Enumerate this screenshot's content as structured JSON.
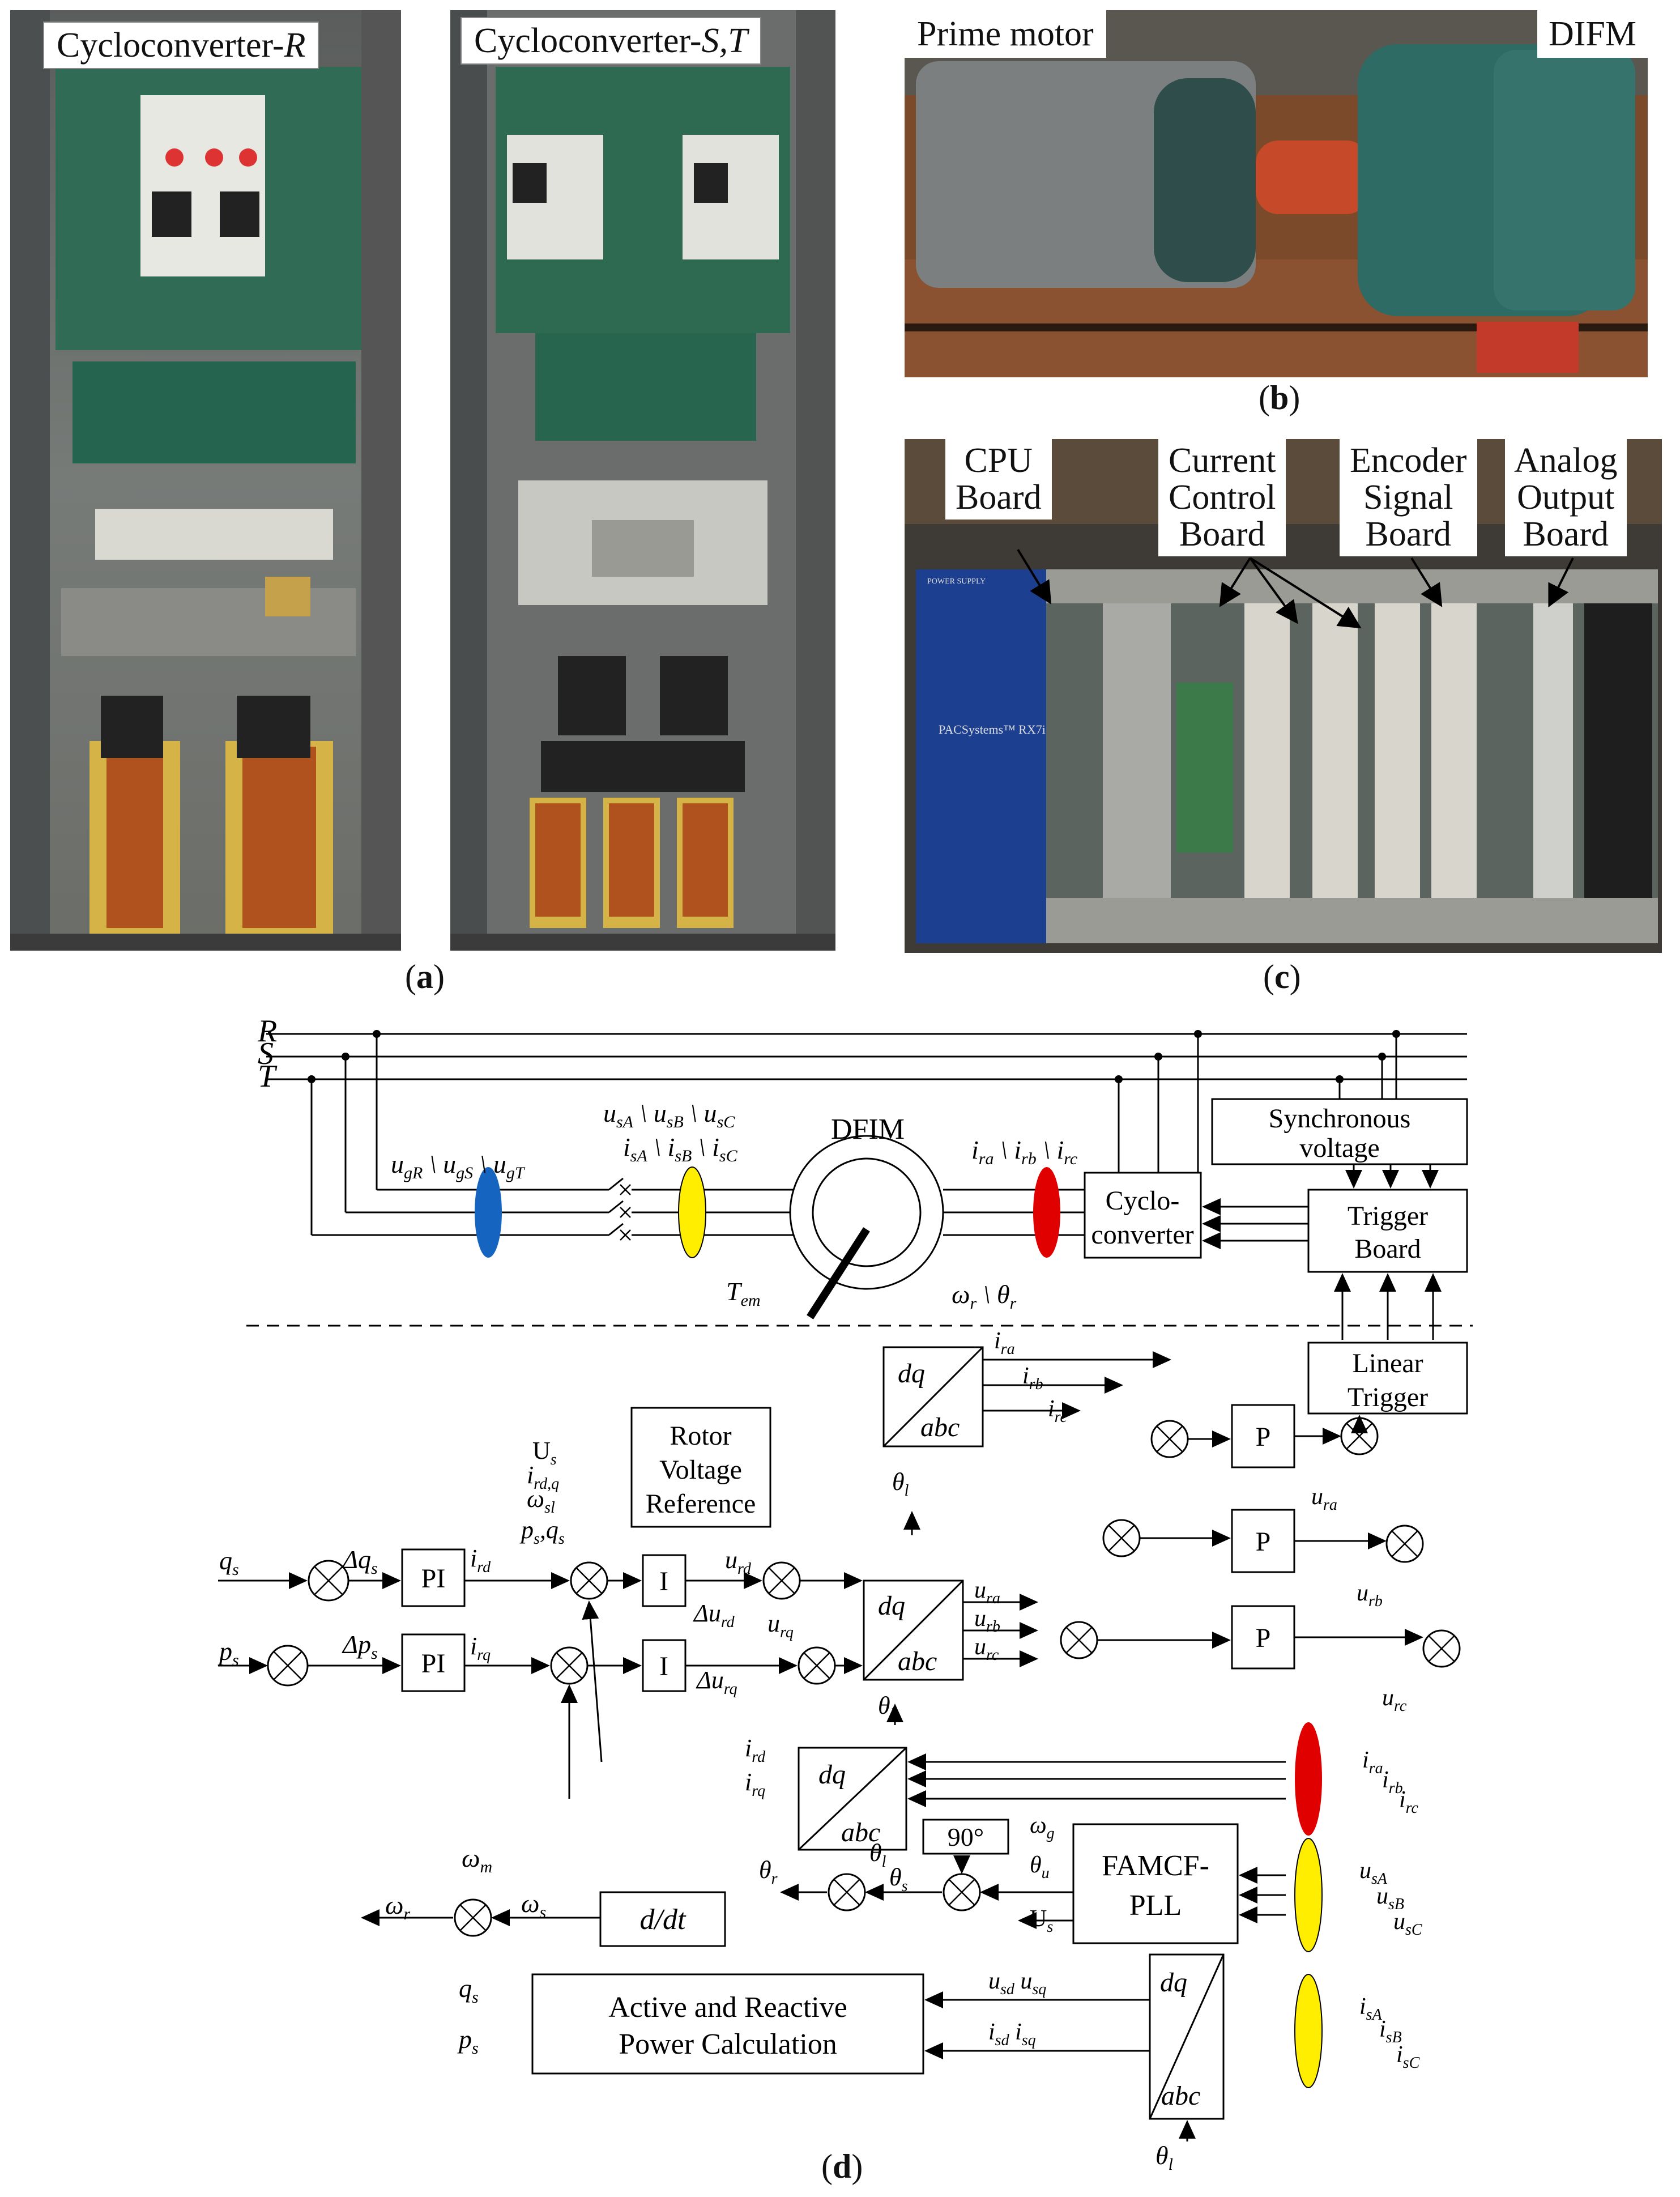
{
  "photos": {
    "a_left_label": "Cycloconverter-",
    "a_left_italic": "R",
    "a_right_label": "Cycloconverter-",
    "a_right_italic": "S,T",
    "b_prime": "Prime motor",
    "b_difm": "DIFM",
    "c_cpu": [
      "CPU",
      "Board"
    ],
    "c_current": [
      "Current",
      "Control",
      "Board"
    ],
    "c_encoder": [
      "Encoder",
      "Signal",
      "Board"
    ],
    "c_analog": [
      "Analog",
      "Output",
      "Board"
    ],
    "c_panel_brand": "PACSystems™ RX7i",
    "c_panel_power": "POWER SUPPLY"
  },
  "captions": {
    "a": "a",
    "b": "b",
    "c": "c",
    "d": "d"
  },
  "diagram": {
    "lines": [
      "R",
      "S",
      "T"
    ],
    "dfim": "DFIM",
    "sync_voltage": [
      "Synchronous",
      "voltage"
    ],
    "cyclo": [
      "Cyclo-",
      "converter"
    ],
    "trigger_board": [
      "Trigger",
      "Board"
    ],
    "linear_trigger": [
      "Linear",
      "Trigger"
    ],
    "rotor_voltage_ref": [
      "Rotor",
      "Voltage",
      "Reference"
    ],
    "pi": "PI",
    "i_block": "I",
    "p_block": "P",
    "dq": "dq",
    "abc": "abc",
    "famcf": [
      "FAMCF-",
      "PLL"
    ],
    "ddt": "d/dt",
    "angle90": "90°",
    "apc": [
      "Active and Reactive",
      "Power Calculation"
    ]
  },
  "colors": {
    "blue_ellipse": "#1565c0",
    "yellow_ellipse": "#ffee00",
    "red_ellipse": "#e00000"
  }
}
